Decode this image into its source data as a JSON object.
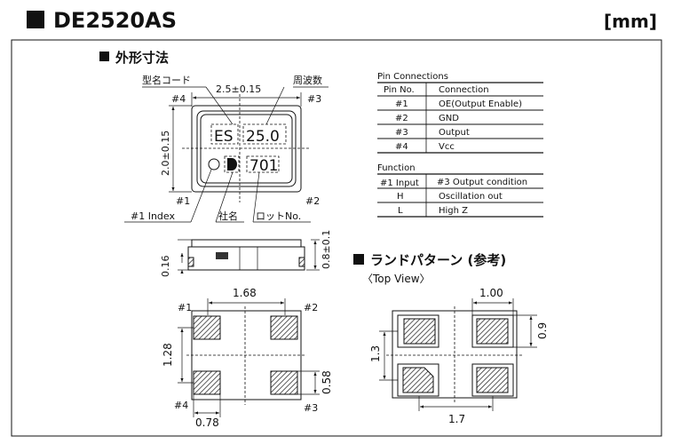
{
  "header": {
    "title": "DE2520AS",
    "unit": "[mm]"
  },
  "dimensions_section": {
    "title": "外形寸法",
    "top_view": {
      "label_model_code": "型名コード",
      "label_frequency": "周波数",
      "width_dim": "2.5±0.15",
      "height_dim": "2.0±0.15",
      "pin1": "#1",
      "pin2": "#2",
      "pin3": "#3",
      "pin4": "#4",
      "marking_model": "ES",
      "marking_freq": "25.0",
      "marking_lot": "701",
      "label_index": "#1 Index",
      "label_company": "社名",
      "label_lot": "ロットNo."
    },
    "side_view": {
      "thickness_dim": "0.16",
      "height_dim": "0.8±0.1"
    },
    "bottom_view": {
      "pitch_x": "1.68",
      "pitch_y": "1.28",
      "pad_h": "0.58",
      "pad_w": "0.78",
      "pin1": "#1",
      "pin2": "#2",
      "pin3": "#3",
      "pin4": "#4"
    }
  },
  "pin_connections": {
    "title": "Pin Connections",
    "headers": [
      "Pin No.",
      "Connection"
    ],
    "rows": [
      [
        "#1",
        "OE(Output Enable)"
      ],
      [
        "#2",
        "GND"
      ],
      [
        "#3",
        "Output"
      ],
      [
        "#4",
        "Vcc"
      ]
    ]
  },
  "function_table": {
    "title": "Function",
    "headers": [
      "#1 Input",
      "#3 Output condition"
    ],
    "rows": [
      [
        "H",
        "Oscillation out"
      ],
      [
        "L",
        "High Z"
      ]
    ]
  },
  "land_pattern": {
    "title": "ランドパターン (参考)",
    "subtitle": "〈Top View〉",
    "dim_width": "1.00",
    "dim_height": "0.9",
    "dim_pitch_y": "1.3",
    "dim_pitch_x": "1.7"
  }
}
